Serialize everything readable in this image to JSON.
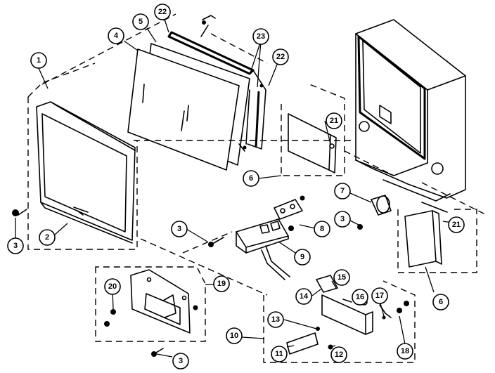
{
  "callouts": [
    {
      "id": "c1",
      "label": "1"
    },
    {
      "id": "c2",
      "label": "2"
    },
    {
      "id": "c3a",
      "label": "3"
    },
    {
      "id": "c3b",
      "label": "3"
    },
    {
      "id": "c3c",
      "label": "3"
    },
    {
      "id": "c3d",
      "label": "3"
    },
    {
      "id": "c4",
      "label": "4"
    },
    {
      "id": "c5",
      "label": "5"
    },
    {
      "id": "c6a",
      "label": "6"
    },
    {
      "id": "c6b",
      "label": "6"
    },
    {
      "id": "c7",
      "label": "7"
    },
    {
      "id": "c8",
      "label": "8"
    },
    {
      "id": "c9",
      "label": "9"
    },
    {
      "id": "c10",
      "label": "10"
    },
    {
      "id": "c11",
      "label": "11"
    },
    {
      "id": "c12",
      "label": "12"
    },
    {
      "id": "c13",
      "label": "13"
    },
    {
      "id": "c14",
      "label": "14"
    },
    {
      "id": "c15",
      "label": "15"
    },
    {
      "id": "c16",
      "label": "16"
    },
    {
      "id": "c17",
      "label": "17"
    },
    {
      "id": "c18",
      "label": "18"
    },
    {
      "id": "c19",
      "label": "19"
    },
    {
      "id": "c20",
      "label": "20"
    },
    {
      "id": "c21a",
      "label": "21"
    },
    {
      "id": "c21b",
      "label": "21"
    },
    {
      "id": "c22a",
      "label": "22"
    },
    {
      "id": "c22b",
      "label": "22"
    },
    {
      "id": "c23",
      "label": "23"
    }
  ]
}
